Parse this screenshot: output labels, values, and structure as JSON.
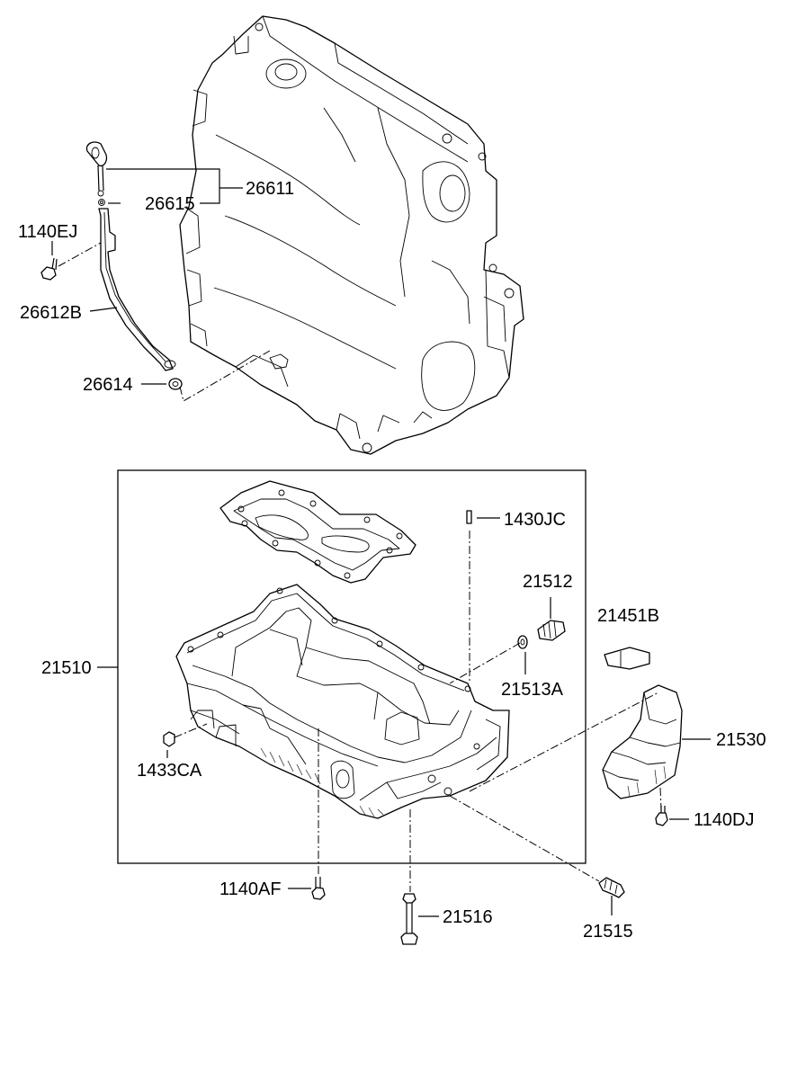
{
  "labels": {
    "p26611": "26611",
    "p26615": "26615",
    "p1140EJ": "1140EJ",
    "p26612B": "26612B",
    "p26614": "26614",
    "p1430JC": "1430JC",
    "p21512": "21512",
    "p21451B": "21451B",
    "p21510": "21510",
    "p21513A": "21513A",
    "p21530": "21530",
    "p1433CA": "1433CA",
    "p1140DJ": "1140DJ",
    "p1140AF": "1140AF",
    "p21516": "21516",
    "p21515": "21515"
  }
}
